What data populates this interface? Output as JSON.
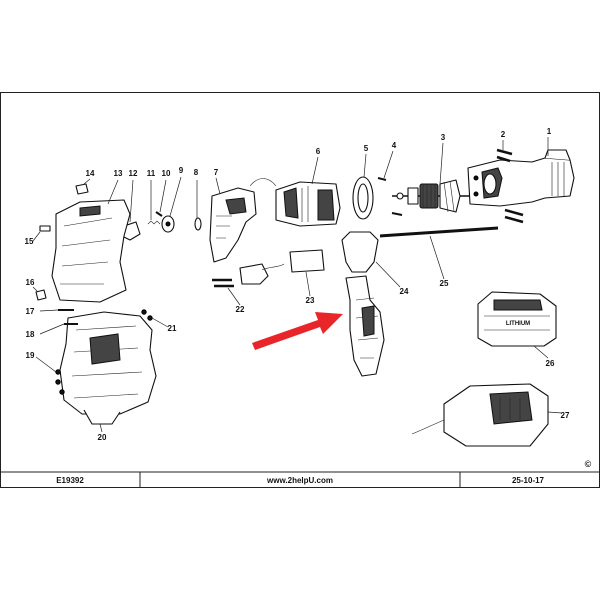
{
  "footer": {
    "document_id": "E19392",
    "website": "www.2helpU.com",
    "date": "25-10-17"
  },
  "copyright_symbol": "©",
  "pointer_arrow_color": "#e8262a",
  "callouts": [
    {
      "id": "1",
      "label": "1"
    },
    {
      "id": "2",
      "label": "2"
    },
    {
      "id": "3",
      "label": "3"
    },
    {
      "id": "4",
      "label": "4"
    },
    {
      "id": "5",
      "label": "5"
    },
    {
      "id": "6",
      "label": "6"
    },
    {
      "id": "7",
      "label": "7"
    },
    {
      "id": "8",
      "label": "8"
    },
    {
      "id": "9",
      "label": "9"
    },
    {
      "id": "10",
      "label": "10"
    },
    {
      "id": "11",
      "label": "11"
    },
    {
      "id": "12",
      "label": "12"
    },
    {
      "id": "13",
      "label": "13"
    },
    {
      "id": "14",
      "label": "14"
    },
    {
      "id": "15",
      "label": "15"
    },
    {
      "id": "16",
      "label": "16"
    },
    {
      "id": "17",
      "label": "17"
    },
    {
      "id": "18",
      "label": "18"
    },
    {
      "id": "19",
      "label": "19"
    },
    {
      "id": "20",
      "label": "20"
    },
    {
      "id": "21",
      "label": "21"
    },
    {
      "id": "22",
      "label": "22"
    },
    {
      "id": "23",
      "label": "23"
    },
    {
      "id": "24",
      "label": "24"
    },
    {
      "id": "25",
      "label": "25"
    },
    {
      "id": "26",
      "label": "26"
    },
    {
      "id": "27",
      "label": "27"
    }
  ]
}
